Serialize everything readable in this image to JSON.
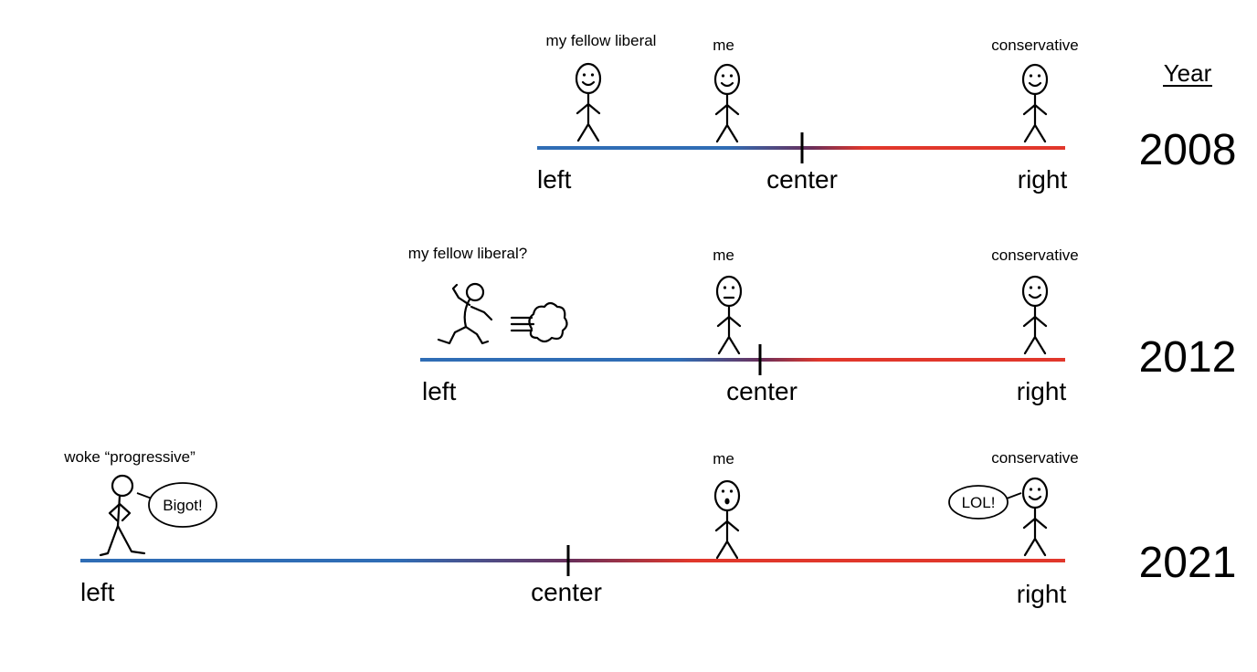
{
  "year_header": "Year",
  "colors": {
    "left": "#2f6db5",
    "center": "#6b2f5a",
    "right": "#e1372b"
  },
  "rows": [
    {
      "year": "2008",
      "axis": {
        "left": "left",
        "center": "center",
        "right": "right"
      },
      "figures": [
        {
          "label": "my fellow liberal",
          "expression": "smile"
        },
        {
          "label": "me",
          "expression": "smile"
        },
        {
          "label": "conservative",
          "expression": "smile"
        }
      ]
    },
    {
      "year": "2012",
      "axis": {
        "left": "left",
        "center": "center",
        "right": "right"
      },
      "figures": [
        {
          "label": "my fellow liberal?",
          "expression": "running-away"
        },
        {
          "label": "me",
          "expression": "neutral"
        },
        {
          "label": "conservative",
          "expression": "smile"
        }
      ]
    },
    {
      "year": "2021",
      "axis": {
        "left": "left",
        "center": "center",
        "right": "right"
      },
      "figures": [
        {
          "label": "woke “progressive”",
          "expression": "angry",
          "speech": "Bigot!"
        },
        {
          "label": "me",
          "expression": "surprised"
        },
        {
          "label": "conservative",
          "expression": "smile",
          "speech": "LOL!"
        }
      ]
    }
  ]
}
